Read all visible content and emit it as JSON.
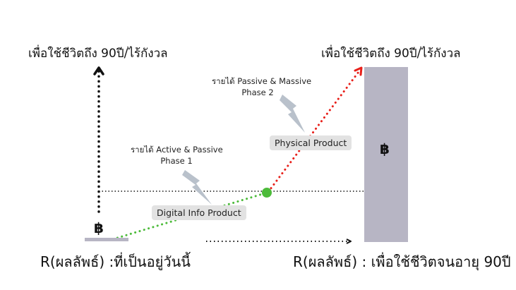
{
  "labels": {
    "top_left": "เพื่อใช้ชีวิตถึง 90ปี/ไร้กังวล",
    "top_right": "เพื่อใช้ชีวิตถึง 90ปี/ไร้กังวล",
    "phase2_line1": "รายได้ Passive & Massive",
    "phase2_line2": "Phase 2",
    "phase1_line1": "รายได้ Active & Passive",
    "phase1_line2": "Phase 1",
    "physical_product": "Physical Product",
    "digital_product": "Digital Info Product",
    "bottom_left": "R(ผลลัพธ์) :ที่เป็นอยู่วันนี้",
    "bottom_right": "R(ผลลัพธ์) : เพื่อใช้ชีวิตจนอายุ 90ปี",
    "baht_symbol": "฿"
  },
  "colors": {
    "green_path": "#4cbb3a",
    "red_path": "#e8201a",
    "pillar": "#b7b5c4",
    "box": "#e2e2e2",
    "lightning": "#b9c1cb"
  }
}
